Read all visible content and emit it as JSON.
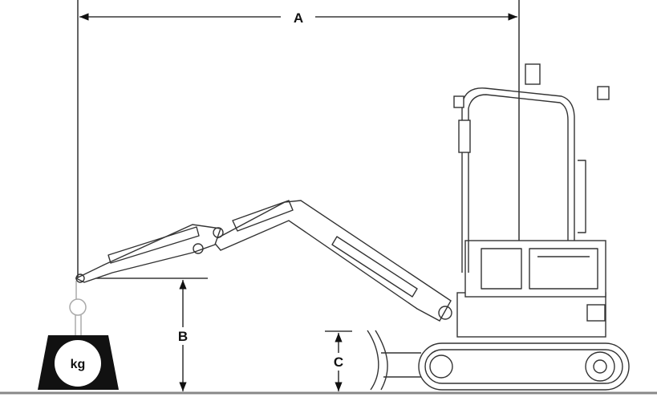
{
  "dimensions": {
    "a_label": "A",
    "b_label": "B",
    "c_label": "C"
  },
  "load": {
    "unit_label": "kg"
  },
  "colors": {
    "line": "#111111",
    "ground": "#888888",
    "drawing": "#333333"
  }
}
